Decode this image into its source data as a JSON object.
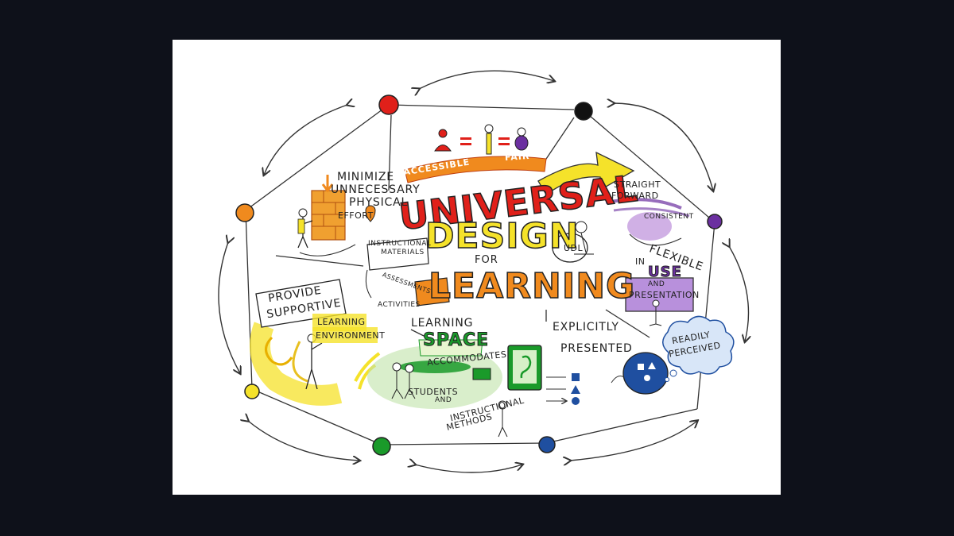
{
  "title": {
    "line1": "UNIVERSAL",
    "line2": "DESIGN",
    "line3": "FOR",
    "line4": "LEARNING"
  },
  "banner": {
    "left": "ACCESSIBLE",
    "right": "FAIR"
  },
  "labels": {
    "minimize": "MINIMIZE",
    "unnecessary": "UNNECESSARY",
    "physical": "PHYSICAL",
    "effort": "EFFORT",
    "straight": "STRAIGHT",
    "forward": "FORWARD",
    "consistent": "CONSISTENT",
    "in": "IN",
    "flexible": "FLEXIBLE",
    "use": "USE",
    "and": "AND",
    "presentation": "PRESENTATION",
    "instructional": "INSTRUCTIONAL",
    "materials": "MATERIALS",
    "assessments": "ASSESSMENTS",
    "activities": "ACTIVITIES",
    "udl": "UDL",
    "provide": "PROVIDE",
    "supportive": "SUPPORTIVE",
    "learning_env": "LEARNING",
    "environment": "ENVIRONMENT",
    "learning_space": "LEARNING",
    "space": "SPACE",
    "accommodates": "ACCOMMODATES",
    "students": "STUDENTS",
    "and2": "AND",
    "instructional2": "INSTRUCTIONAL",
    "methods": "METHODS",
    "explicitly": "EXPLICITLY",
    "presented": "PRESENTED",
    "readily": "READILY",
    "perceived": "PERCEIVED"
  },
  "colors": {
    "red": "#e0201a",
    "black": "#111111",
    "purple": "#6b2fa0",
    "orange": "#f08a1e",
    "yellow": "#f5e22a",
    "green": "#1a9a2a",
    "blue": "#1f4fa0"
  }
}
